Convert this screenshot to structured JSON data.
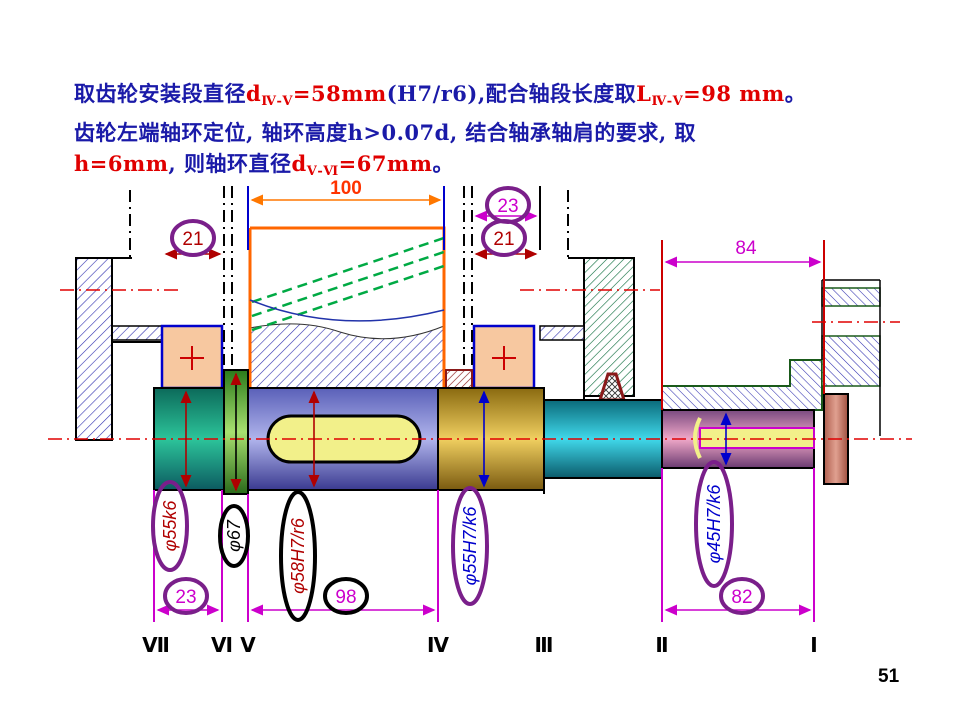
{
  "text": {
    "line1": {
      "a": "取齿轮安装段直径",
      "d_sym": "d",
      "d_sub": "Ⅳ-Ⅴ",
      "d_val": "=58mm",
      "b": "(H7/r6),配合轴段长度取",
      "l_sym": "L",
      "l_sub": "Ⅳ-Ⅴ",
      "l_val": "=98 mm",
      "c": "。"
    },
    "line2": "齿轮左端轴环定位, 轴环高度h>0.07d, 结合轴承轴肩的要求, 取",
    "line3": {
      "h_val": "h=6mm",
      "a": ", 则轴环直径",
      "d_sym": "d",
      "d_sub": "Ⅴ-Ⅵ",
      "d_val": "=67mm",
      "c": "。"
    }
  },
  "dimensions": {
    "gear_width": "100",
    "left_bearing": "21",
    "right_bearing": "21",
    "right_spacer": "23",
    "seg_II_I_top": "84",
    "seg_VII_VI": "23",
    "seg_V_IV": "98",
    "seg_II_I": "82"
  },
  "diameters": {
    "d_VII_VI": "φ55k6",
    "d_VI_V": "φ67",
    "d_V_IV": "φ58H7/r6",
    "d_IV_III": "φ55H7/k6",
    "d_II_I": "φ45H7/k6"
  },
  "section_labels": [
    "Ⅶ",
    "Ⅵ",
    "Ⅴ",
    "Ⅳ",
    "Ⅲ",
    "Ⅱ",
    "Ⅰ"
  ],
  "page_number": "51",
  "colors": {
    "text_blue": "#1a1aa8",
    "text_red": "#e00000",
    "dim_magenta": "#cc00cc",
    "dim_red": "#cc0000",
    "circle_purple": "#7a1f8a",
    "centerline": "#e00000"
  }
}
